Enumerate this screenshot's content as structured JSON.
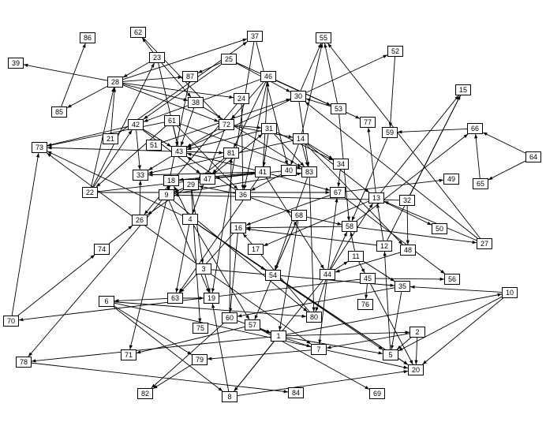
{
  "graph": {
    "nodes": [
      {
        "id": "86",
        "label": "86"
      },
      {
        "id": "62",
        "label": "62"
      },
      {
        "id": "37",
        "label": "37"
      },
      {
        "id": "55",
        "label": "55"
      },
      {
        "id": "52",
        "label": "52"
      },
      {
        "id": "39",
        "label": "39"
      },
      {
        "id": "23",
        "label": "23"
      },
      {
        "id": "25",
        "label": "25"
      },
      {
        "id": "28",
        "label": "28"
      },
      {
        "id": "85",
        "label": "85"
      },
      {
        "id": "87",
        "label": "87"
      },
      {
        "id": "46",
        "label": "46"
      },
      {
        "id": "38",
        "label": "38"
      },
      {
        "id": "24",
        "label": "24"
      },
      {
        "id": "30",
        "label": "30"
      },
      {
        "id": "53",
        "label": "53"
      },
      {
        "id": "77",
        "label": "77"
      },
      {
        "id": "15",
        "label": "15"
      },
      {
        "id": "42",
        "label": "42"
      },
      {
        "id": "61",
        "label": "61"
      },
      {
        "id": "72",
        "label": "72"
      },
      {
        "id": "31",
        "label": "31"
      },
      {
        "id": "66",
        "label": "66"
      },
      {
        "id": "21",
        "label": "21"
      },
      {
        "id": "51",
        "label": "51"
      },
      {
        "id": "73",
        "label": "73"
      },
      {
        "id": "43",
        "label": "43"
      },
      {
        "id": "81",
        "label": "81"
      },
      {
        "id": "14",
        "label": "14"
      },
      {
        "id": "59",
        "label": "59"
      },
      {
        "id": "64",
        "label": "64"
      },
      {
        "id": "34",
        "label": "34"
      },
      {
        "id": "33",
        "label": "33"
      },
      {
        "id": "41",
        "label": "41"
      },
      {
        "id": "40",
        "label": "40"
      },
      {
        "id": "83",
        "label": "83"
      },
      {
        "id": "18",
        "label": "18"
      },
      {
        "id": "47",
        "label": "47"
      },
      {
        "id": "36",
        "label": "36"
      },
      {
        "id": "49",
        "label": "49"
      },
      {
        "id": "22",
        "label": "22"
      },
      {
        "id": "29",
        "label": "29"
      },
      {
        "id": "67",
        "label": "67"
      },
      {
        "id": "13",
        "label": "13"
      },
      {
        "id": "32",
        "label": "32"
      },
      {
        "id": "65",
        "label": "65"
      },
      {
        "id": "9",
        "label": "9"
      },
      {
        "id": "26",
        "label": "26"
      },
      {
        "id": "68",
        "label": "68"
      },
      {
        "id": "58",
        "label": "58"
      },
      {
        "id": "50",
        "label": "50"
      },
      {
        "id": "4",
        "label": "4"
      },
      {
        "id": "16",
        "label": "16"
      },
      {
        "id": "27",
        "label": "27"
      },
      {
        "id": "74",
        "label": "74"
      },
      {
        "id": "17",
        "label": "17"
      },
      {
        "id": "12",
        "label": "12"
      },
      {
        "id": "48",
        "label": "48"
      },
      {
        "id": "11",
        "label": "11"
      },
      {
        "id": "3",
        "label": "3"
      },
      {
        "id": "54",
        "label": "54"
      },
      {
        "id": "44",
        "label": "44"
      },
      {
        "id": "45",
        "label": "45"
      },
      {
        "id": "56",
        "label": "56"
      },
      {
        "id": "35",
        "label": "35"
      },
      {
        "id": "10",
        "label": "10"
      },
      {
        "id": "6",
        "label": "6"
      },
      {
        "id": "63",
        "label": "63"
      },
      {
        "id": "19",
        "label": "19"
      },
      {
        "id": "76",
        "label": "76"
      },
      {
        "id": "70",
        "label": "70"
      },
      {
        "id": "75",
        "label": "75"
      },
      {
        "id": "60",
        "label": "60"
      },
      {
        "id": "57",
        "label": "57"
      },
      {
        "id": "80",
        "label": "80"
      },
      {
        "id": "1",
        "label": "1"
      },
      {
        "id": "2",
        "label": "2"
      },
      {
        "id": "71",
        "label": "71"
      },
      {
        "id": "7",
        "label": "7"
      },
      {
        "id": "78",
        "label": "78"
      },
      {
        "id": "79",
        "label": "79"
      },
      {
        "id": "5",
        "label": "5"
      },
      {
        "id": "20",
        "label": "20"
      },
      {
        "id": "82",
        "label": "82"
      },
      {
        "id": "8",
        "label": "8"
      },
      {
        "id": "84",
        "label": "84"
      },
      {
        "id": "69",
        "label": "69"
      }
    ],
    "edges": [
      [
        "85",
        "86"
      ],
      [
        "28",
        "39"
      ],
      [
        "28",
        "85"
      ],
      [
        "28",
        "37"
      ],
      [
        "28",
        "87"
      ],
      [
        "28",
        "38"
      ],
      [
        "28",
        "24"
      ],
      [
        "28",
        "72"
      ],
      [
        "23",
        "62"
      ],
      [
        "23",
        "28"
      ],
      [
        "23",
        "43"
      ],
      [
        "23",
        "38"
      ],
      [
        "62",
        "72"
      ],
      [
        "21",
        "37"
      ],
      [
        "21",
        "28"
      ],
      [
        "22",
        "28"
      ],
      [
        "22",
        "23"
      ],
      [
        "22",
        "42"
      ],
      [
        "25",
        "87"
      ],
      [
        "25",
        "42"
      ],
      [
        "25",
        "30"
      ],
      [
        "25",
        "53"
      ],
      [
        "37",
        "40"
      ],
      [
        "37",
        "19"
      ],
      [
        "46",
        "42"
      ],
      [
        "46",
        "53"
      ],
      [
        "46",
        "36"
      ],
      [
        "46",
        "81"
      ],
      [
        "46",
        "72"
      ],
      [
        "30",
        "55"
      ],
      [
        "30",
        "43"
      ],
      [
        "30",
        "83"
      ],
      [
        "30",
        "52"
      ],
      [
        "53",
        "55"
      ],
      [
        "53",
        "30"
      ],
      [
        "53",
        "77"
      ],
      [
        "53",
        "58"
      ],
      [
        "52",
        "59"
      ],
      [
        "27",
        "55"
      ],
      [
        "27",
        "30"
      ],
      [
        "27",
        "13"
      ],
      [
        "14",
        "55"
      ],
      [
        "14",
        "83"
      ],
      [
        "14",
        "34"
      ],
      [
        "14",
        "13"
      ],
      [
        "14",
        "48"
      ],
      [
        "14",
        "33"
      ],
      [
        "14",
        "40"
      ],
      [
        "31",
        "41"
      ],
      [
        "31",
        "34"
      ],
      [
        "31",
        "43"
      ],
      [
        "31",
        "83"
      ],
      [
        "42",
        "73"
      ],
      [
        "42",
        "43"
      ],
      [
        "42",
        "33"
      ],
      [
        "42",
        "47"
      ],
      [
        "61",
        "73"
      ],
      [
        "61",
        "43"
      ],
      [
        "61",
        "83"
      ],
      [
        "61",
        "36"
      ],
      [
        "61",
        "22"
      ],
      [
        "87",
        "9"
      ],
      [
        "38",
        "43"
      ],
      [
        "38",
        "83"
      ],
      [
        "24",
        "36"
      ],
      [
        "24",
        "26"
      ],
      [
        "72",
        "4"
      ],
      [
        "72",
        "31"
      ],
      [
        "72",
        "14"
      ],
      [
        "72",
        "43"
      ],
      [
        "51",
        "30"
      ],
      [
        "43",
        "81"
      ],
      [
        "43",
        "33"
      ],
      [
        "81",
        "73"
      ],
      [
        "81",
        "47"
      ],
      [
        "81",
        "29"
      ],
      [
        "41",
        "43"
      ],
      [
        "41",
        "33"
      ],
      [
        "41",
        "67"
      ],
      [
        "41",
        "44"
      ],
      [
        "41",
        "63"
      ],
      [
        "41",
        "18"
      ],
      [
        "41",
        "46"
      ],
      [
        "40",
        "36"
      ],
      [
        "40",
        "47"
      ],
      [
        "83",
        "54"
      ],
      [
        "83",
        "80"
      ],
      [
        "34",
        "67"
      ],
      [
        "36",
        "29"
      ],
      [
        "36",
        "43"
      ],
      [
        "36",
        "68"
      ],
      [
        "47",
        "9"
      ],
      [
        "47",
        "31"
      ],
      [
        "47",
        "41"
      ],
      [
        "18",
        "71"
      ],
      [
        "18",
        "47"
      ],
      [
        "29",
        "26"
      ],
      [
        "29",
        "75"
      ],
      [
        "29",
        "3"
      ],
      [
        "22",
        "47"
      ],
      [
        "22",
        "67"
      ],
      [
        "9",
        "78"
      ],
      [
        "9",
        "19"
      ],
      [
        "9",
        "80"
      ],
      [
        "9",
        "18"
      ],
      [
        "9",
        "83"
      ],
      [
        "26",
        "33"
      ],
      [
        "4",
        "18"
      ],
      [
        "4",
        "54"
      ],
      [
        "4",
        "20"
      ],
      [
        "4",
        "5"
      ],
      [
        "4",
        "57"
      ],
      [
        "4",
        "63"
      ],
      [
        "4",
        "73"
      ],
      [
        "3",
        "19"
      ],
      [
        "3",
        "73"
      ],
      [
        "3",
        "7"
      ],
      [
        "3",
        "35"
      ],
      [
        "67",
        "49"
      ],
      [
        "67",
        "16"
      ],
      [
        "67",
        "56"
      ],
      [
        "13",
        "77"
      ],
      [
        "13",
        "15"
      ],
      [
        "13",
        "50"
      ],
      [
        "13",
        "17"
      ],
      [
        "32",
        "15"
      ],
      [
        "32",
        "48"
      ],
      [
        "32",
        "9"
      ],
      [
        "58",
        "27"
      ],
      [
        "58",
        "16"
      ],
      [
        "58",
        "66"
      ],
      [
        "59",
        "58"
      ],
      [
        "64",
        "66"
      ],
      [
        "64",
        "65"
      ],
      [
        "65",
        "66"
      ],
      [
        "66",
        "59"
      ],
      [
        "12",
        "13"
      ],
      [
        "12",
        "16"
      ],
      [
        "12",
        "15"
      ],
      [
        "48",
        "44"
      ],
      [
        "68",
        "54"
      ],
      [
        "68",
        "58"
      ],
      [
        "68",
        "1"
      ],
      [
        "44",
        "67"
      ],
      [
        "44",
        "13"
      ],
      [
        "44",
        "58"
      ],
      [
        "44",
        "11"
      ],
      [
        "44",
        "80"
      ],
      [
        "44",
        "8"
      ],
      [
        "44",
        "7"
      ],
      [
        "11",
        "58"
      ],
      [
        "11",
        "45"
      ],
      [
        "11",
        "35"
      ],
      [
        "45",
        "76"
      ],
      [
        "45",
        "56"
      ],
      [
        "45",
        "20"
      ],
      [
        "45",
        "70"
      ],
      [
        "54",
        "68"
      ],
      [
        "54",
        "57"
      ],
      [
        "54",
        "20"
      ],
      [
        "16",
        "60"
      ],
      [
        "16",
        "63"
      ],
      [
        "63",
        "19"
      ],
      [
        "63",
        "6"
      ],
      [
        "6",
        "79"
      ],
      [
        "6",
        "8"
      ],
      [
        "6",
        "80"
      ],
      [
        "6",
        "20"
      ],
      [
        "60",
        "81"
      ],
      [
        "60",
        "1"
      ],
      [
        "60",
        "82"
      ],
      [
        "57",
        "1"
      ],
      [
        "57",
        "71"
      ],
      [
        "57",
        "69"
      ],
      [
        "1",
        "78"
      ],
      [
        "1",
        "7"
      ],
      [
        "1",
        "2"
      ],
      [
        "1",
        "5"
      ],
      [
        "1",
        "10"
      ],
      [
        "1",
        "8"
      ],
      [
        "2",
        "5"
      ],
      [
        "2",
        "20"
      ],
      [
        "10",
        "5"
      ],
      [
        "10",
        "20"
      ],
      [
        "10",
        "35"
      ],
      [
        "35",
        "5"
      ],
      [
        "35",
        "60"
      ],
      [
        "7",
        "79"
      ],
      [
        "8",
        "20"
      ],
      [
        "8",
        "19"
      ],
      [
        "78",
        "84"
      ],
      [
        "79",
        "82"
      ],
      [
        "74",
        "26"
      ],
      [
        "70",
        "74"
      ],
      [
        "70",
        "73"
      ],
      [
        "5",
        "12"
      ],
      [
        "80",
        "16"
      ],
      [
        "2",
        "7"
      ]
    ]
  }
}
